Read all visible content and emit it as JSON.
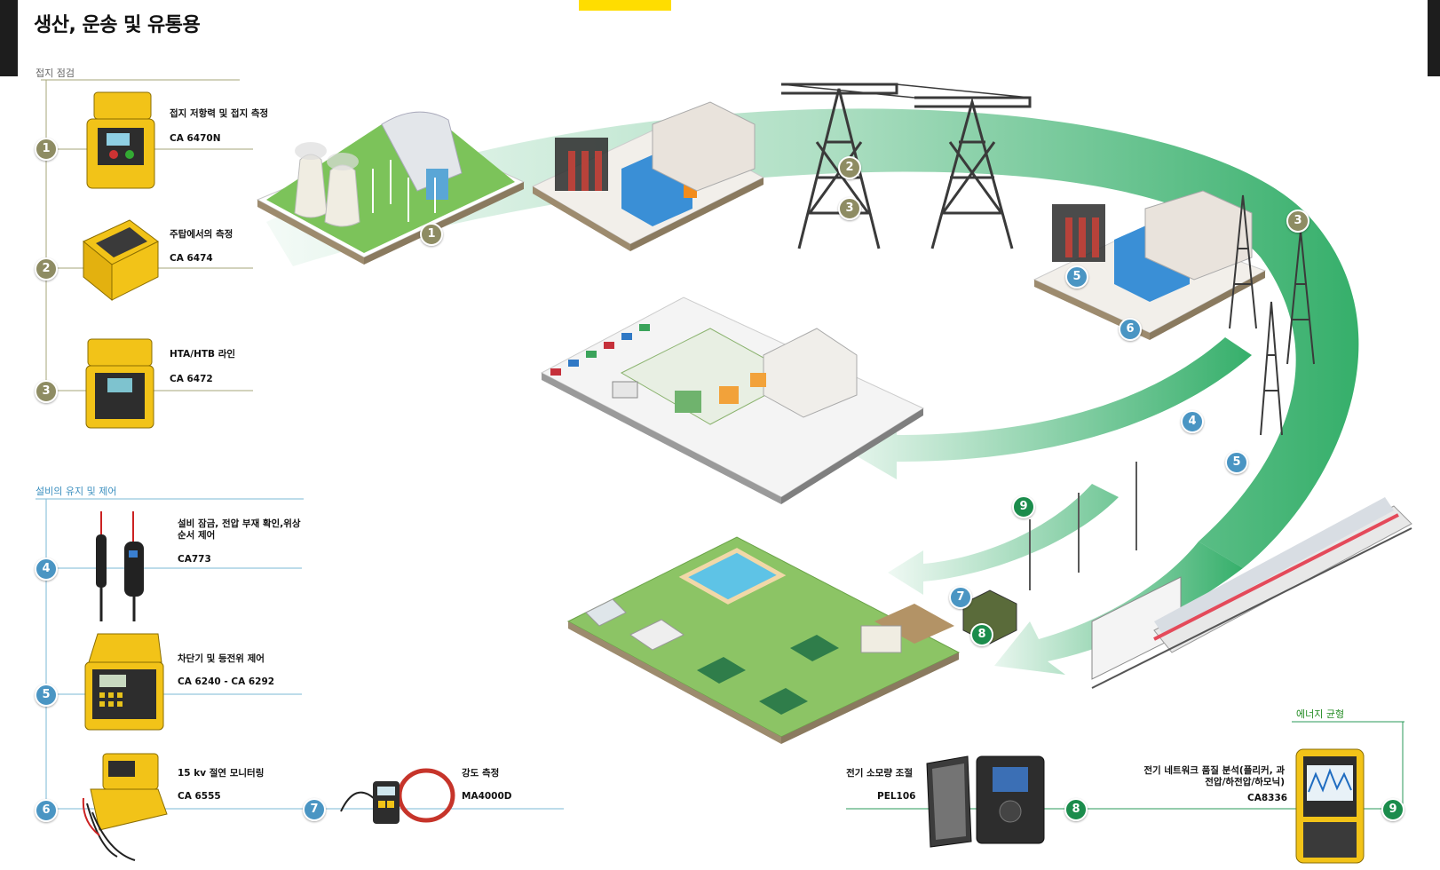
{
  "page_title": "생산, 운송 및 유통용",
  "colors": {
    "olive": "#8e8c63",
    "blue": "#4a95c3",
    "green": "#1b8c4c",
    "accent_yellow": "#ffdd00",
    "flow_green": "#1fa65a"
  },
  "sections": {
    "grounding": {
      "title": "접지 점검"
    },
    "maintenance": {
      "title": "설비의 유지 및 제어"
    },
    "energy": {
      "title": "에너지 균형"
    }
  },
  "products": [
    {
      "num": "1",
      "name": "접지 저항력 및 접지 측정",
      "model": "CA 6470N"
    },
    {
      "num": "2",
      "name": "주탑에서의 측정",
      "model": "CA 6474"
    },
    {
      "num": "3",
      "name": "HTA/HTB 라인",
      "model": "CA 6472"
    },
    {
      "num": "4",
      "name": "설비 잠금, 전압 부재 확인,위상 순서 제어",
      "model": "CA773"
    },
    {
      "num": "5",
      "name": "차단기 및 등전위 제어",
      "model": "CA 6240 - CA 6292"
    },
    {
      "num": "6",
      "name": "15 kv 절연 모니터링",
      "model": "CA 6555"
    },
    {
      "num": "7",
      "name": "강도 측정",
      "model": "MA4000D"
    },
    {
      "num": "8",
      "name": "전기 소모량 조절",
      "model": "PEL106"
    },
    {
      "num": "9",
      "name": "전기 네트워크 품질 분석(플리커, 과전압/하전압/하모닉)",
      "model": "CA8336"
    }
  ],
  "scene_badges": [
    "1",
    "2",
    "3",
    "3",
    "5",
    "6",
    "4",
    "5",
    "9",
    "7",
    "8"
  ]
}
